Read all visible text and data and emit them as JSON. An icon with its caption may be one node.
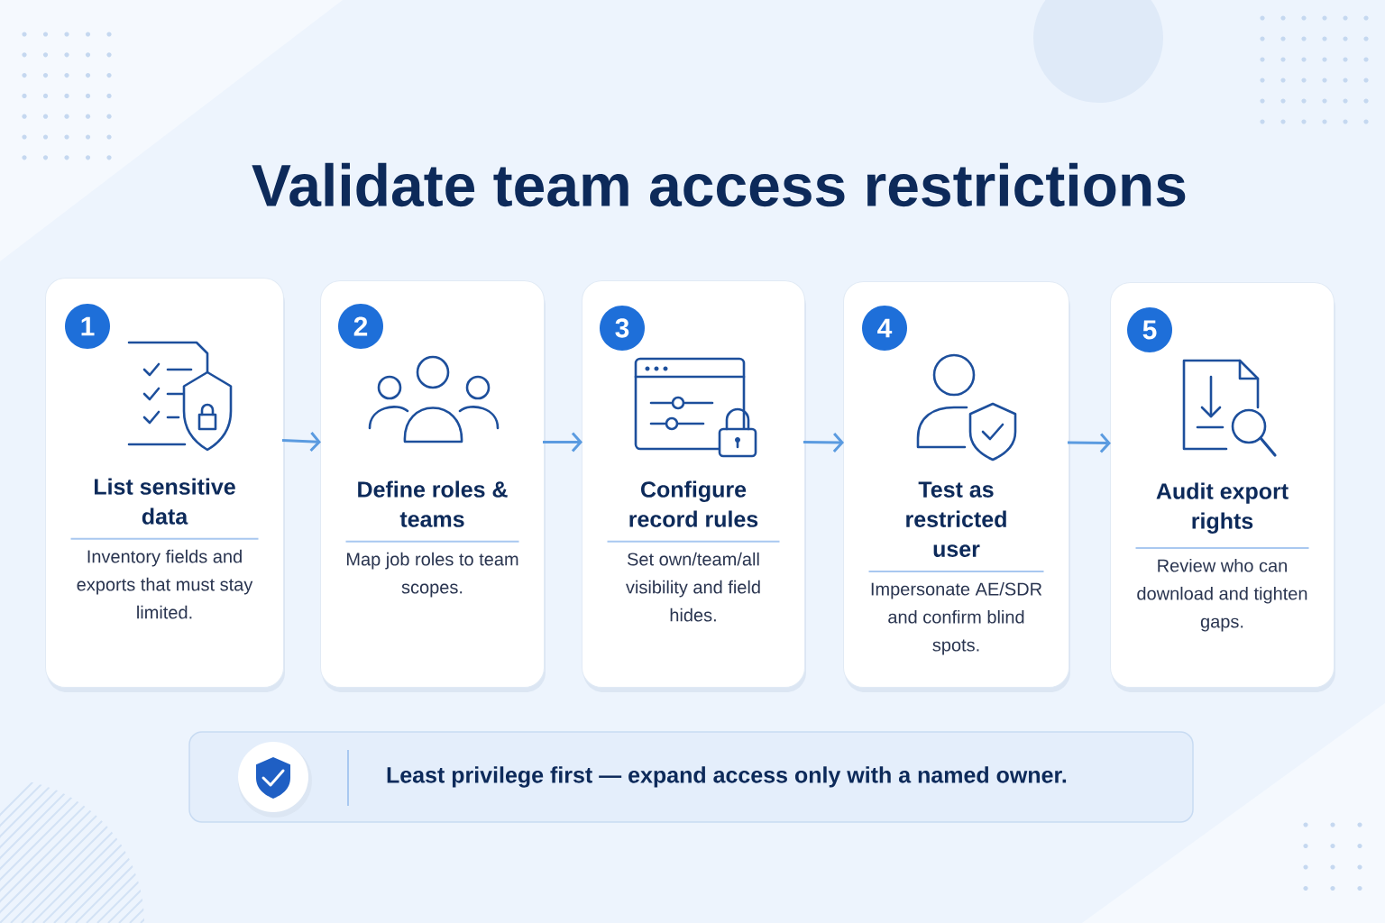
{
  "diagram": {
    "title": "Validate team access restrictions",
    "nodes": [
      {
        "text": [
          "List sensitive data",
          "Inventory fields and exports that must stay limited."
        ]
      },
      {
        "text": [
          "1"
        ],
        "in": 0
      },
      {
        "text": [
          "Define roles & teams",
          "Map job roles to team scopes."
        ]
      },
      {
        "text": [
          "2"
        ],
        "in": 2
      },
      {
        "text": [
          "Configure record rules",
          "Set own/team/all visibility and field hides."
        ]
      },
      {
        "text": [
          "3"
        ],
        "in": 4
      },
      {
        "text": [
          "Test as restricted user",
          "Impersonate AE/SDR and confirm blind spots."
        ]
      },
      {
        "text": [
          "4"
        ],
        "in": 6
      },
      {
        "text": [
          "Audit export rights",
          "Review who can download and tighten gaps."
        ]
      },
      {
        "text": [
          "5"
        ],
        "in": 8
      },
      {
        "text": [
          "Least privilege first — expand access only with a named owner."
        ]
      }
    ],
    "edges": [
      {
        "from": 0,
        "to": 2,
        "arrow": "to"
      },
      {
        "from": 2,
        "to": 4,
        "arrow": "to"
      },
      {
        "from": 4,
        "to": 6,
        "arrow": "to"
      },
      {
        "from": 6,
        "to": 8,
        "arrow": "to"
      }
    ]
  }
}
